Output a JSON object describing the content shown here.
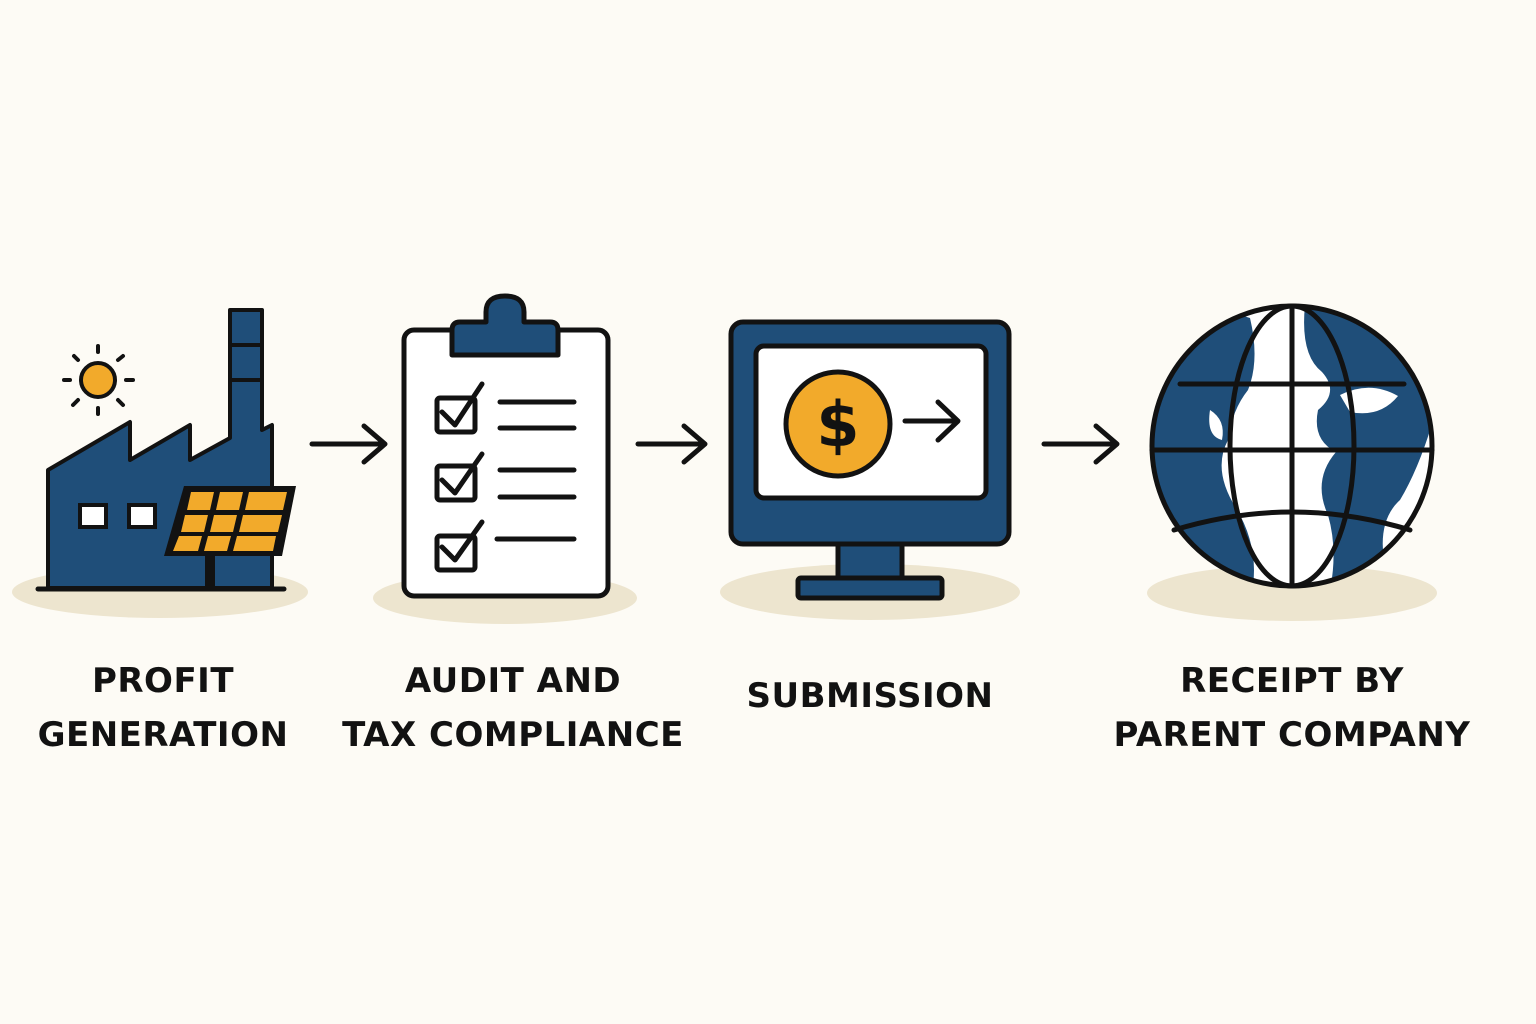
{
  "colors": {
    "background": "#fdfbf5",
    "navy": "#1f4e79",
    "gold": "#f2aa2b",
    "ink": "#121212",
    "shadow": "#ede5cf",
    "paper": "#ffffff"
  },
  "steps": [
    {
      "icon": "factory-solar-icon",
      "label_lines": [
        "PROFIT",
        "GENERATION"
      ]
    },
    {
      "icon": "clipboard-checklist-icon",
      "label_lines": [
        "AUDIT AND",
        "TAX COMPLIANCE"
      ]
    },
    {
      "icon": "monitor-dollar-transfer-icon",
      "label_lines": [
        "SUBMISSION"
      ]
    },
    {
      "icon": "globe-icon",
      "label_lines": [
        "RECEIPT BY",
        "PARENT COMPANY"
      ]
    }
  ],
  "connectors": [
    {
      "from": 0,
      "to": 1,
      "icon": "arrow-right-icon"
    },
    {
      "from": 1,
      "to": 2,
      "icon": "arrow-right-icon"
    },
    {
      "from": 2,
      "to": 3,
      "icon": "arrow-right-icon"
    }
  ],
  "submission_symbol": "$"
}
